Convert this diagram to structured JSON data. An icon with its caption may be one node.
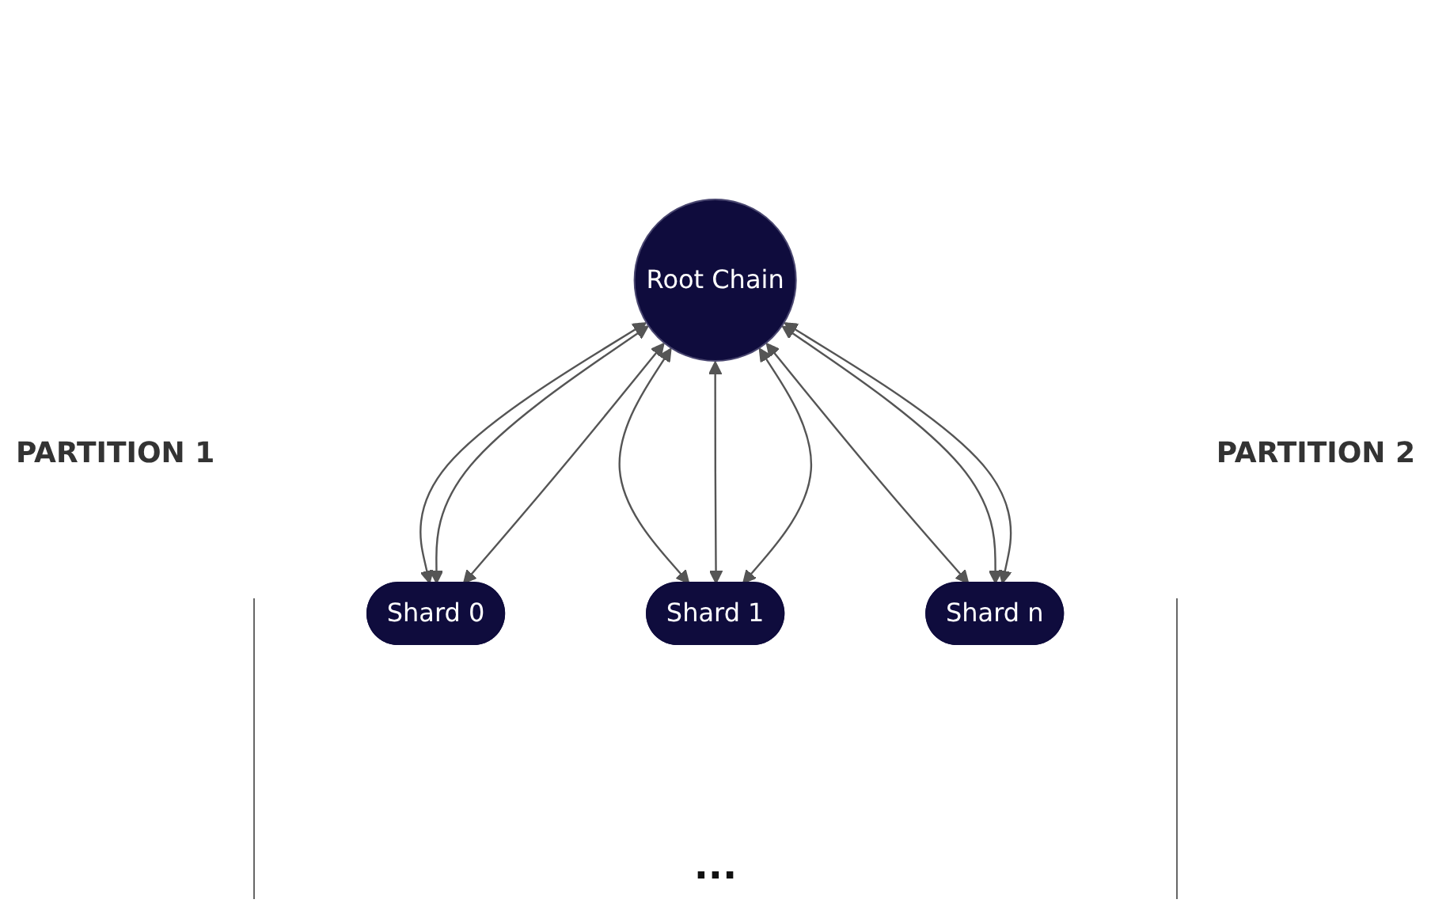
{
  "diagram": {
    "nodes": [
      {
        "text": [
          "Root Chain"
        ]
      },
      {
        "text": [
          "Shard 0"
        ]
      },
      {
        "text": [
          "Shard 1"
        ]
      },
      {
        "text": [
          "Shard n"
        ]
      }
    ],
    "edges": [
      {
        "from": 0,
        "to": 1,
        "arrow": "both"
      },
      {
        "from": 0,
        "to": 1,
        "arrow": "both"
      },
      {
        "from": 0,
        "to": 1,
        "arrow": "both"
      },
      {
        "from": 0,
        "to": 2,
        "arrow": "both"
      },
      {
        "from": 0,
        "to": 2,
        "arrow": "both"
      },
      {
        "from": 0,
        "to": 2,
        "arrow": "both"
      },
      {
        "from": 0,
        "to": 3,
        "arrow": "both"
      },
      {
        "from": 0,
        "to": 3,
        "arrow": "both"
      },
      {
        "from": 0,
        "to": 3,
        "arrow": "both"
      }
    ],
    "labels": [
      "PARTITION 1",
      "PARTITION 2",
      "..."
    ]
  }
}
